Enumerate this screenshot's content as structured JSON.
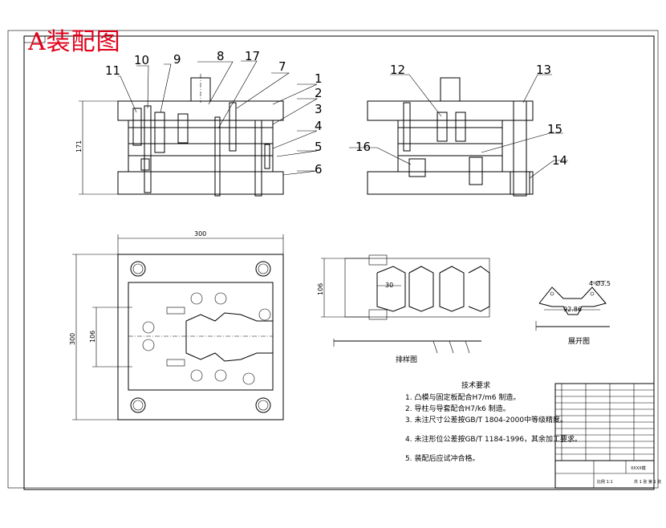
{
  "drawing_title": "A装配图",
  "part_callouts": [
    "1",
    "2",
    "3",
    "4",
    "5",
    "6",
    "7",
    "8",
    "9",
    "10",
    "11",
    "12",
    "13",
    "14",
    "15",
    "16",
    "17"
  ],
  "dimensions": {
    "front_height": "171",
    "plan_width": "300",
    "plan_height": "300",
    "plan_inner": "106",
    "strip_height": "106",
    "strip_pitch": "30",
    "blank_holes": "4-Ø3.5",
    "blank_width": "92.86"
  },
  "view_labels": {
    "strip_layout": "排样图",
    "blank": "展开图"
  },
  "tech_requirements": {
    "heading": "技术要求",
    "items": [
      "1. 凸模与固定板配合H7/m6 制造。",
      "2. 导柱与导套配合H7/k6 制造。",
      "3. 未注尺寸公差按GB/T 1804-2000中等级精度。",
      "4. 未注形位公差按GB/T 1184-1996，其余加工要求。",
      "5. 装配后应试冲合格。"
    ]
  },
  "title_block": {
    "drawing_name": "XXXX模",
    "scale_text": "比例 1:1",
    "sheet_text": "共 1 张 第 1 张"
  }
}
